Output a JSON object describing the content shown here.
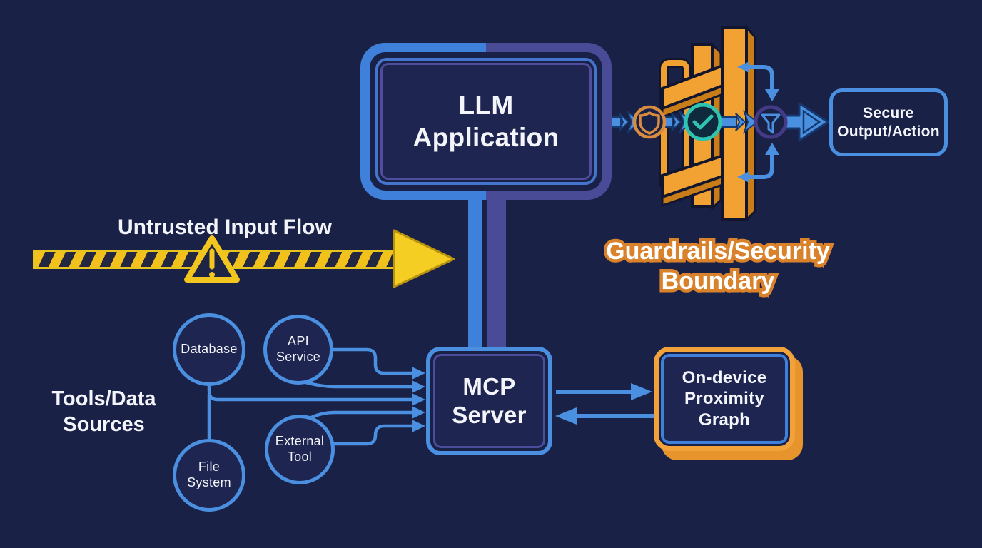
{
  "colors": {
    "background": "#192147",
    "node_fill": "#1e2550",
    "blue_line": "#4a8fe0",
    "blue_dark": "#15386e",
    "pipe_blue": "#3f81da",
    "pipe_purple": "#4a4b96",
    "guardrail_orange": "#f2a233",
    "guardrail_shadow": "#c87d18",
    "hazard_yellow": "#f2c11c",
    "check_teal": "#2fc4b2",
    "text_white": "#f3f5fa",
    "guard_text_outline": "#d9822b"
  },
  "nodes": {
    "llm_app": {
      "lines": [
        "LLM",
        "Application"
      ]
    },
    "mcp_server": {
      "lines": [
        "MCP",
        "Server"
      ]
    },
    "secure_output": {
      "lines": [
        "Secure",
        "Output/Action"
      ]
    },
    "proximity_graph": {
      "lines": [
        "On-device",
        "Proximity",
        "Graph"
      ]
    },
    "database": {
      "lines": [
        "Database"
      ]
    },
    "api_service": {
      "lines": [
        "API",
        "Service"
      ]
    },
    "file_system": {
      "lines": [
        "File",
        "System"
      ]
    },
    "external_tool": {
      "lines": [
        "External",
        "Tool"
      ]
    }
  },
  "labels": {
    "untrusted_input": "Untrusted Input Flow",
    "guardrails": {
      "lines": [
        "Guardrails/Security",
        "Boundary"
      ]
    },
    "tools_sources": {
      "lines": [
        "Tools/Data",
        "Sources"
      ]
    }
  },
  "icons": {
    "shield": "shield-icon",
    "check": "check-icon",
    "funnel": "filter-icon",
    "warning": "warning-icon"
  }
}
